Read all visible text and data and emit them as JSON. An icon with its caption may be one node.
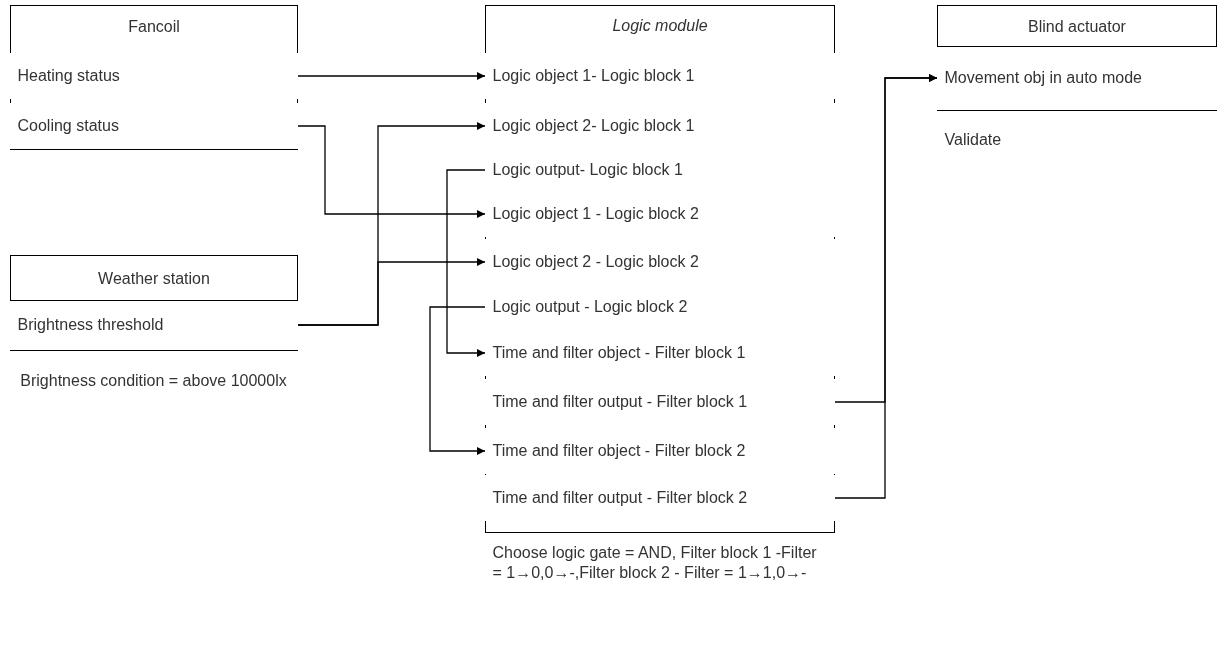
{
  "diagram": {
    "nodes": [
      {
        "text": [
          "Fancoil"
        ]
      },
      {
        "text": [
          "Heating status"
        ],
        "in": 0
      },
      {
        "text": [
          "Cooling status"
        ],
        "in": 0
      },
      {
        "text": [
          "Weather station"
        ]
      },
      {
        "text": [
          "Brightness threshold"
        ],
        "in": 3
      },
      {
        "text": [
          "Brightness condition = above 10000lx"
        ],
        "in": 3
      },
      {
        "text": [
          "Logic module"
        ]
      },
      {
        "text": [
          "Logic object 1- Logic block 1"
        ],
        "in": 6
      },
      {
        "text": [
          "Logic object 2- Logic block 1"
        ],
        "in": 6
      },
      {
        "text": [
          "Logic output- Logic block 1"
        ],
        "in": 6
      },
      {
        "text": [
          "Logic object 1 - Logic block 2"
        ],
        "in": 6
      },
      {
        "text": [
          "Logic object 2 - Logic block 2"
        ],
        "in": 6
      },
      {
        "text": [
          "Logic output - Logic block 2"
        ],
        "in": 6
      },
      {
        "text": [
          "Time and filter object - Filter block 1"
        ],
        "in": 6
      },
      {
        "text": [
          "Time and filter output - Filter block 1"
        ],
        "in": 6
      },
      {
        "text": [
          "Time and filter object - Filter block 2"
        ],
        "in": 6
      },
      {
        "text": [
          "Time and filter output - Filter block 2"
        ],
        "in": 6
      },
      {
        "text": [
          "Choose logic gate = AND, Filter block 1 -Filter = 1→0,0→-,Filter block 2 - Filter = 1→1,0→-"
        ],
        "in": 6
      },
      {
        "text": [
          "Blind actuator"
        ]
      },
      {
        "text": [
          "Movement obj in auto mode"
        ],
        "in": 18
      },
      {
        "text": [
          "Validate"
        ],
        "in": 18
      }
    ],
    "edges": [
      {
        "from": 1,
        "to": 7,
        "arrow": "to"
      },
      {
        "from": 2,
        "to": 10,
        "arrow": "to"
      },
      {
        "from": 4,
        "to": 8,
        "arrow": "to"
      },
      {
        "from": 4,
        "to": 11,
        "arrow": "to"
      },
      {
        "from": 9,
        "to": 13,
        "arrow": "to"
      },
      {
        "from": 12,
        "to": 15,
        "arrow": "to"
      },
      {
        "from": 14,
        "to": 19,
        "arrow": "to"
      },
      {
        "from": 16,
        "to": 19,
        "arrow": "to"
      }
    ]
  }
}
